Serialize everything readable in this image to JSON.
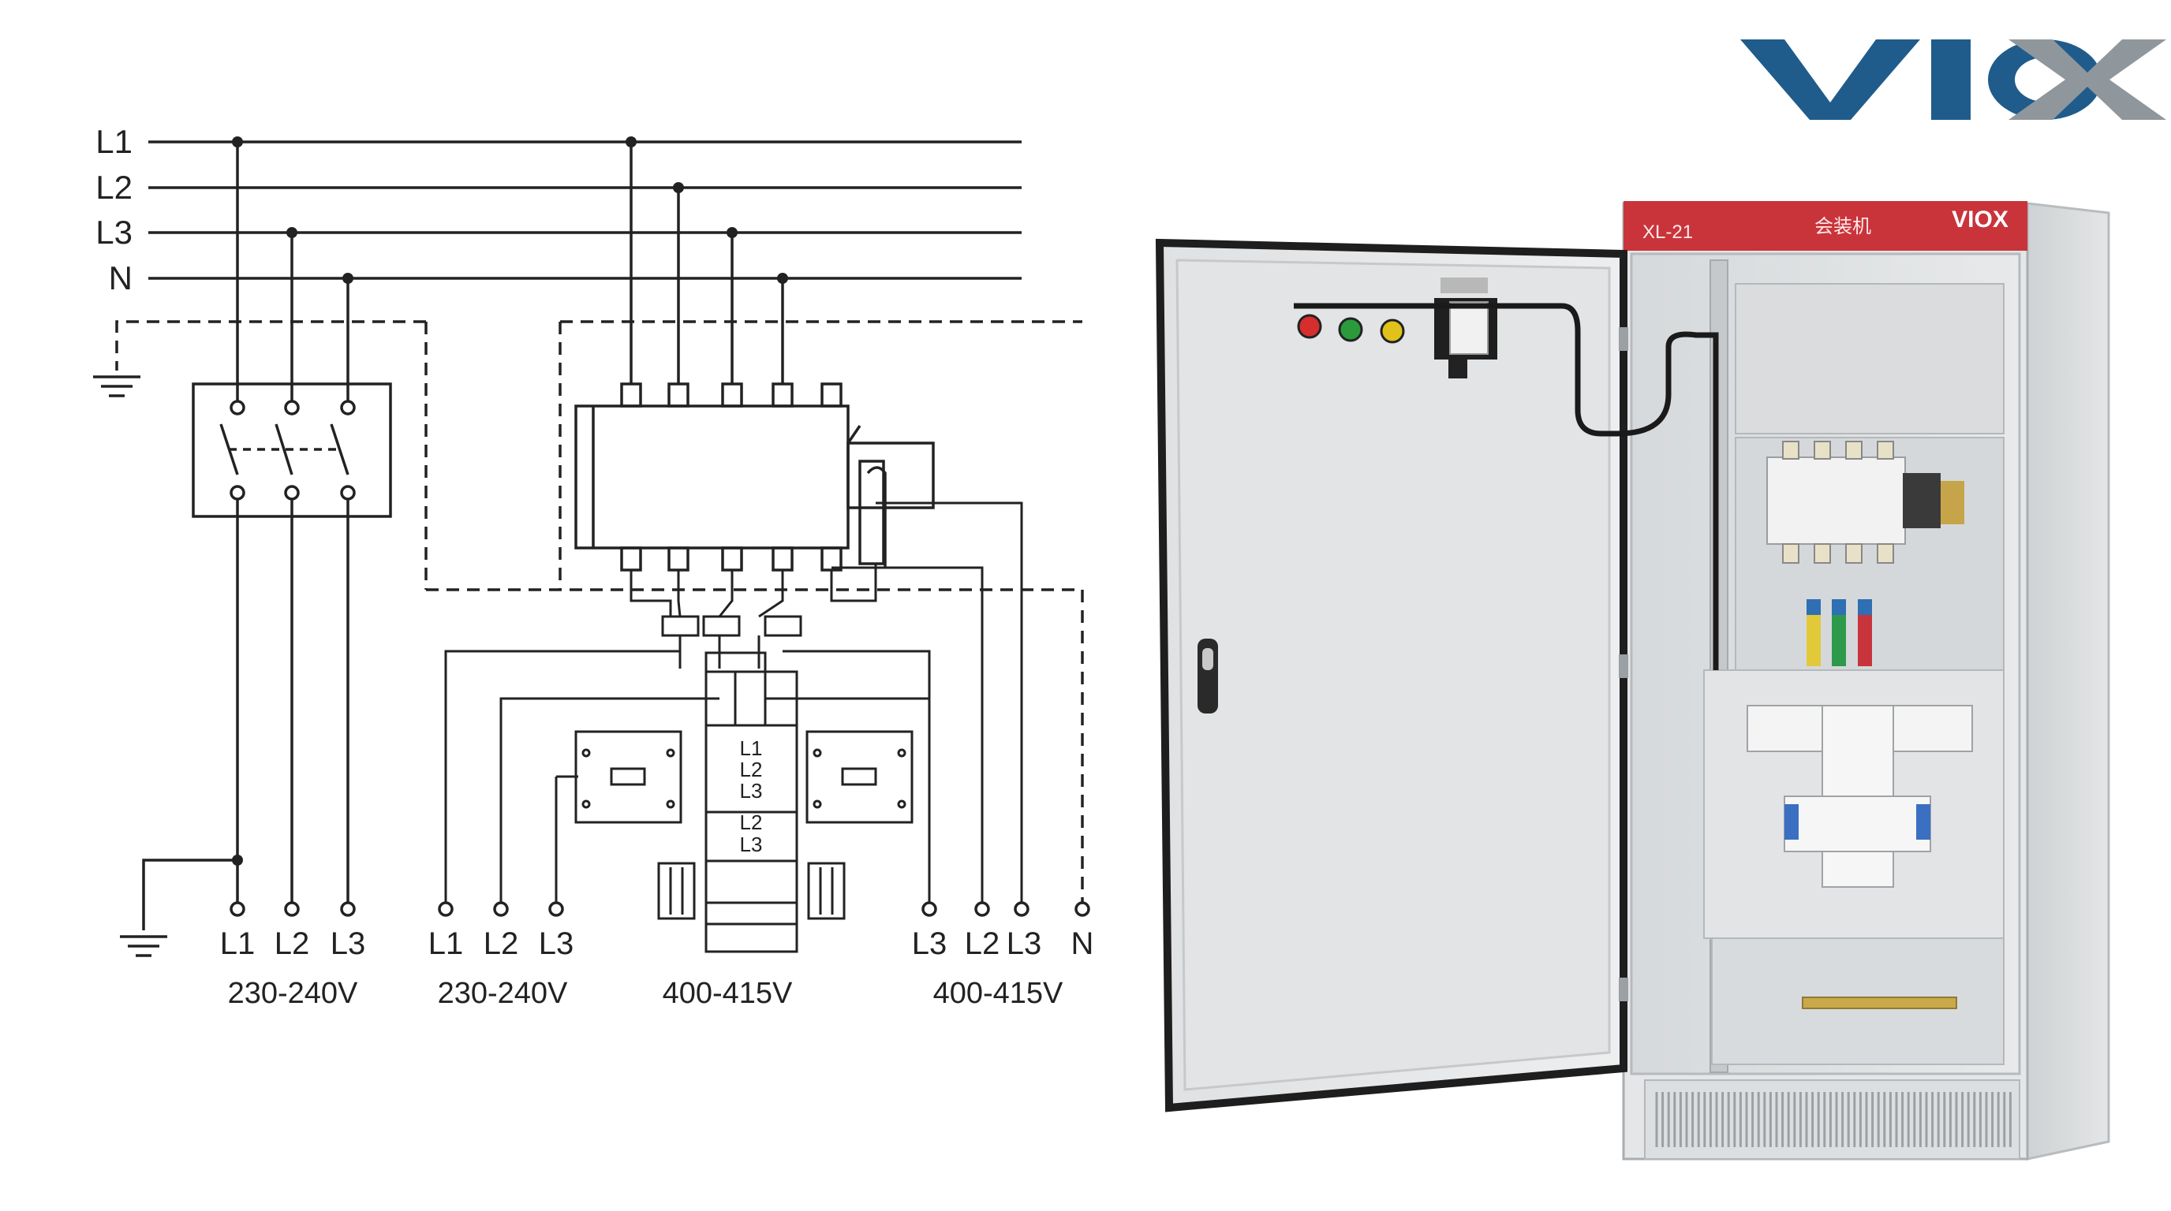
{
  "brand": {
    "logo_text": "VIOX",
    "colors": {
      "logo_blue": "#1f5c8c",
      "logo_grey": "#8f979c",
      "cabinet_red": "#c9343b"
    }
  },
  "diagram": {
    "bus_labels": [
      "L1",
      "L2",
      "L3",
      "N"
    ],
    "outputs": [
      {
        "terminals": [
          "L1",
          "L2",
          "L3"
        ],
        "voltage": "230-240V"
      },
      {
        "terminals": [
          "L1",
          "L2",
          "L3"
        ],
        "voltage": "230-240V"
      },
      {
        "terminals": [],
        "voltage": "400-415V"
      },
      {
        "terminals": [
          "L3",
          "L2",
          "L3",
          "N"
        ],
        "voltage": "400-415V"
      }
    ],
    "breaker_block_labels": [
      "L1",
      "L2",
      "L3",
      "L2",
      "L3"
    ]
  },
  "cabinet": {
    "model": "XL-21",
    "header_text": "会装机",
    "header_brand": "VIOX",
    "indicator_colors": [
      "#d62d2d",
      "#2a9a3b",
      "#e0c21a"
    ]
  }
}
